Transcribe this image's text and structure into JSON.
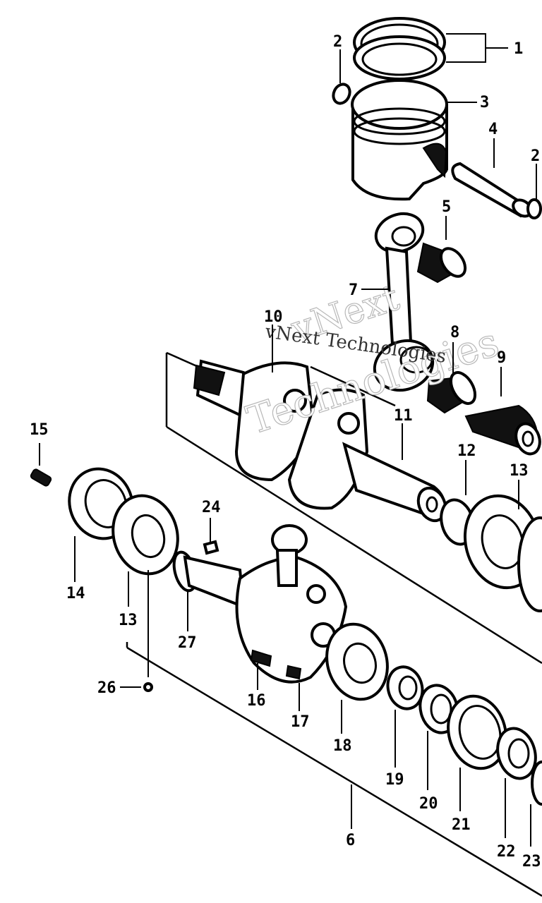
{
  "watermark": {
    "large_line1": "vNext",
    "large_line2": "Technologies",
    "small": "vNext Technologies"
  },
  "labels": [
    "1",
    "2",
    "2",
    "3",
    "4",
    "5",
    "7",
    "8",
    "9",
    "10",
    "11",
    "12",
    "13",
    "13",
    "14",
    "15",
    "16",
    "17",
    "18",
    "19",
    "20",
    "21",
    "22",
    "23",
    "24",
    "26",
    "27",
    "6"
  ],
  "colors": {
    "ink": "#000000",
    "paper": "#ffffff",
    "watermark": "#b8b8b8"
  }
}
